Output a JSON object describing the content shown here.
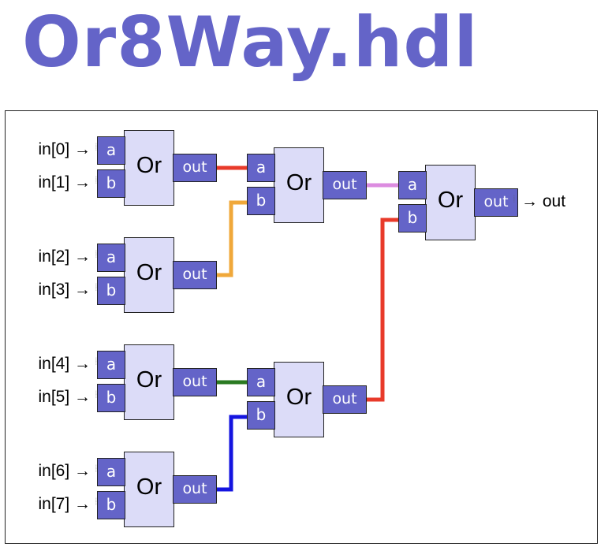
{
  "page": {
    "title": "Or8Way.hdl"
  },
  "colors": {
    "title": "#6464c8",
    "gate_fill": "#dcdcf8",
    "port_fill": "#6464c8",
    "wire_red": "#e83a2a",
    "wire_orange": "#f0a83a",
    "wire_pink": "#dc8ce0",
    "wire_green": "#2a7a22",
    "wire_blue": "#1414e0"
  },
  "diagram": {
    "gate_label": "Or",
    "port_a": "a",
    "port_b": "b",
    "port_out": "out",
    "inputs": [
      "in[0] →",
      "in[1] →",
      "in[2] →",
      "in[3] →",
      "in[4] →",
      "in[5] →",
      "in[6] →",
      "in[7] →"
    ],
    "output": "→ out"
  }
}
